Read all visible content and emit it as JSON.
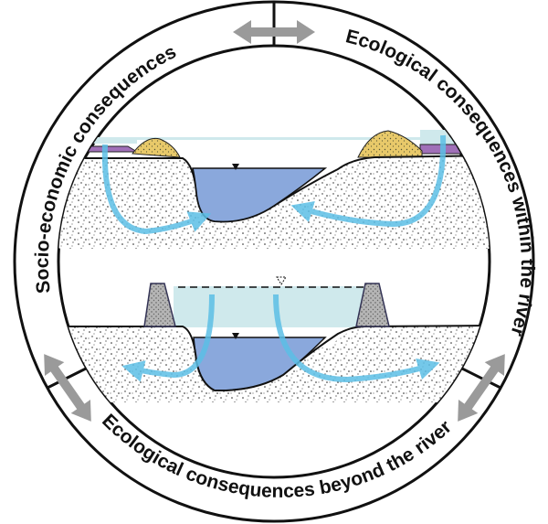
{
  "labels": {
    "socio": "Socio-economic consequences",
    "within": "Ecological consequences within the river",
    "beyond": "Ecological consequences beyond the river"
  },
  "colors": {
    "river": "#8aa8dc",
    "floodwater": "#cfe9ec",
    "flow_arrow": "#5cbfe6",
    "levee": "#e8c96a",
    "clay": "#a070b8",
    "dike": "#b0b0b0",
    "arrow_gray": "#9a9a9a"
  }
}
